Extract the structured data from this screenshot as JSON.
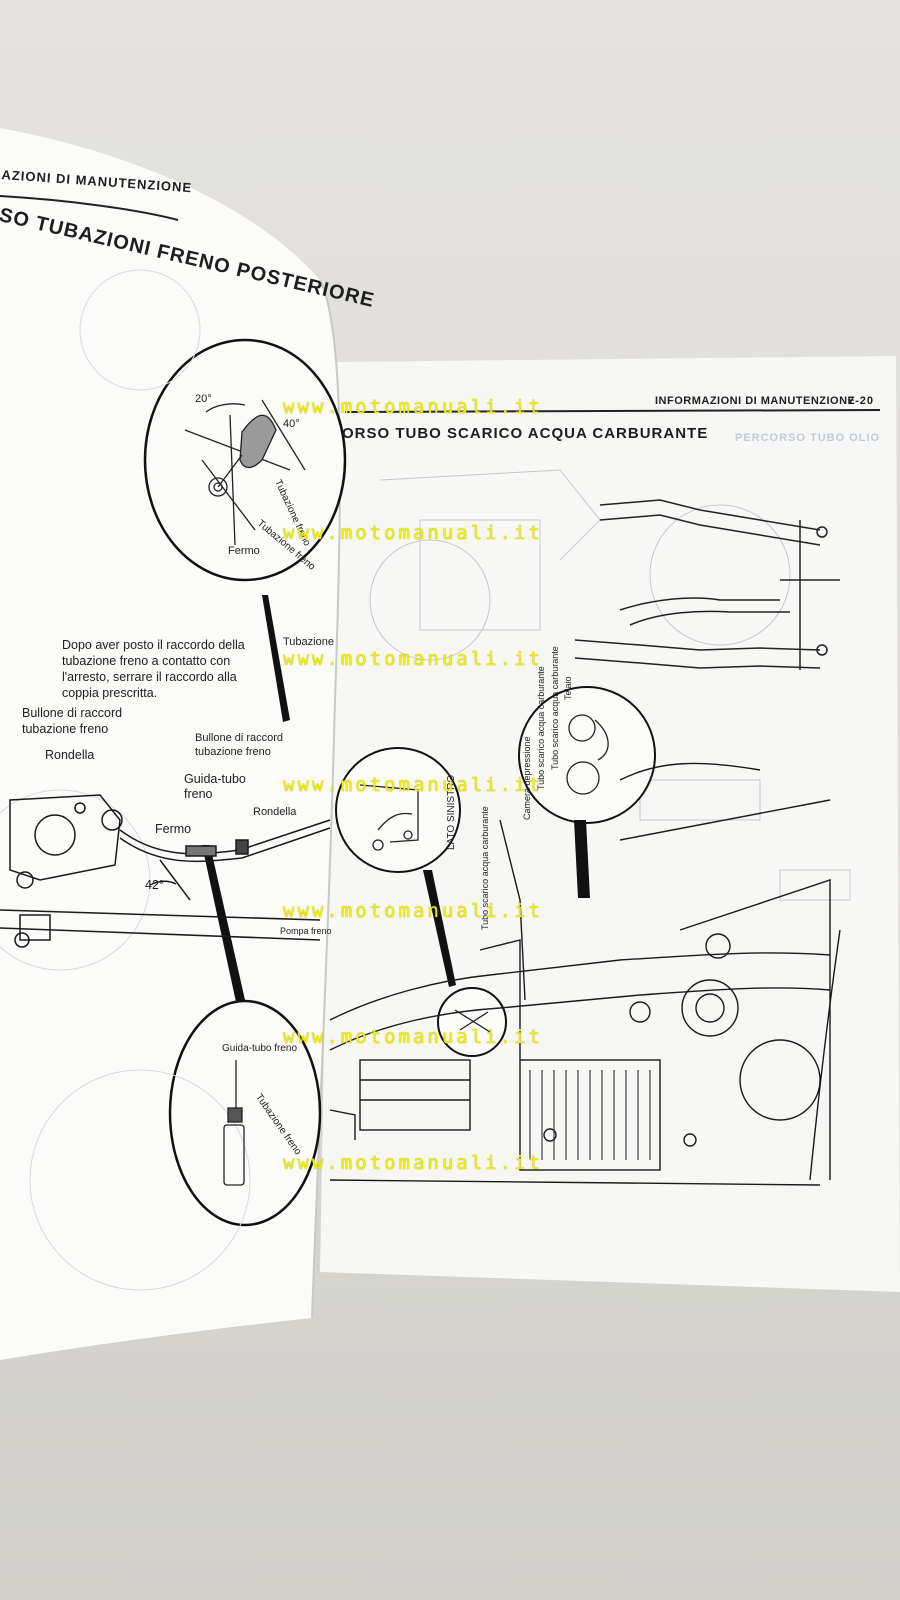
{
  "left_page": {
    "running_head": "AZIONI DI MANUTENZIONE",
    "section_title": "SO TUBAZIONI FRENO POSTERIORE",
    "detail_labels": {
      "angle_20": "20°",
      "angle_40": "40°",
      "tubazione_freno": "Tubazione freno",
      "tubazione_lamiera": "Tubazione freno",
      "fermo": "Fermo"
    },
    "instruction": [
      "Dopo aver posto il raccordo della",
      "tubazione freno a contatto con",
      "l'arresto, serrare il raccordo alla",
      "coppia prescritta."
    ],
    "labels": {
      "bullone_1": "Bullone di raccord",
      "bullone_1b": "tubazione freno",
      "rondella_1": "Rondella",
      "fermo": "Fermo",
      "angle_42": "42°",
      "bullone_2": "Bullone di raccord",
      "bullone_2b": "tubazione freno",
      "guida_tubo": "Guida-tubo",
      "guida_tubo_b": "freno",
      "rondella_2": "Rondella",
      "tubazione_edge": "Tubazione",
      "pompa_freno": "Pompa freno"
    },
    "bottom_detail": {
      "guida_tubo_freno": "Guida-tubo freno",
      "tubazione_freno": "Tubazione freno"
    }
  },
  "right_page": {
    "running_head": "INFORMAZIONI DI MANUTENZIONE",
    "page_number": "7-20",
    "section_title": "ORSO TUBO SCARICO ACQUA CARBURANTE",
    "ghost_title": "PERCORSO TUBO OLIO",
    "labels": {
      "tubo_scarico_1": "Tubo scarico acqua carburante",
      "camera_depressione": "Camera depressione",
      "tubo_scarico_2": "Tubo scarico acqua carburante",
      "telaio": "Telaio",
      "lato_sinistro": "LATO SINISTRO",
      "tubo_scarico_3": "Tubo scarico acqua carburante"
    }
  },
  "watermark": "www.motomanuali.it"
}
